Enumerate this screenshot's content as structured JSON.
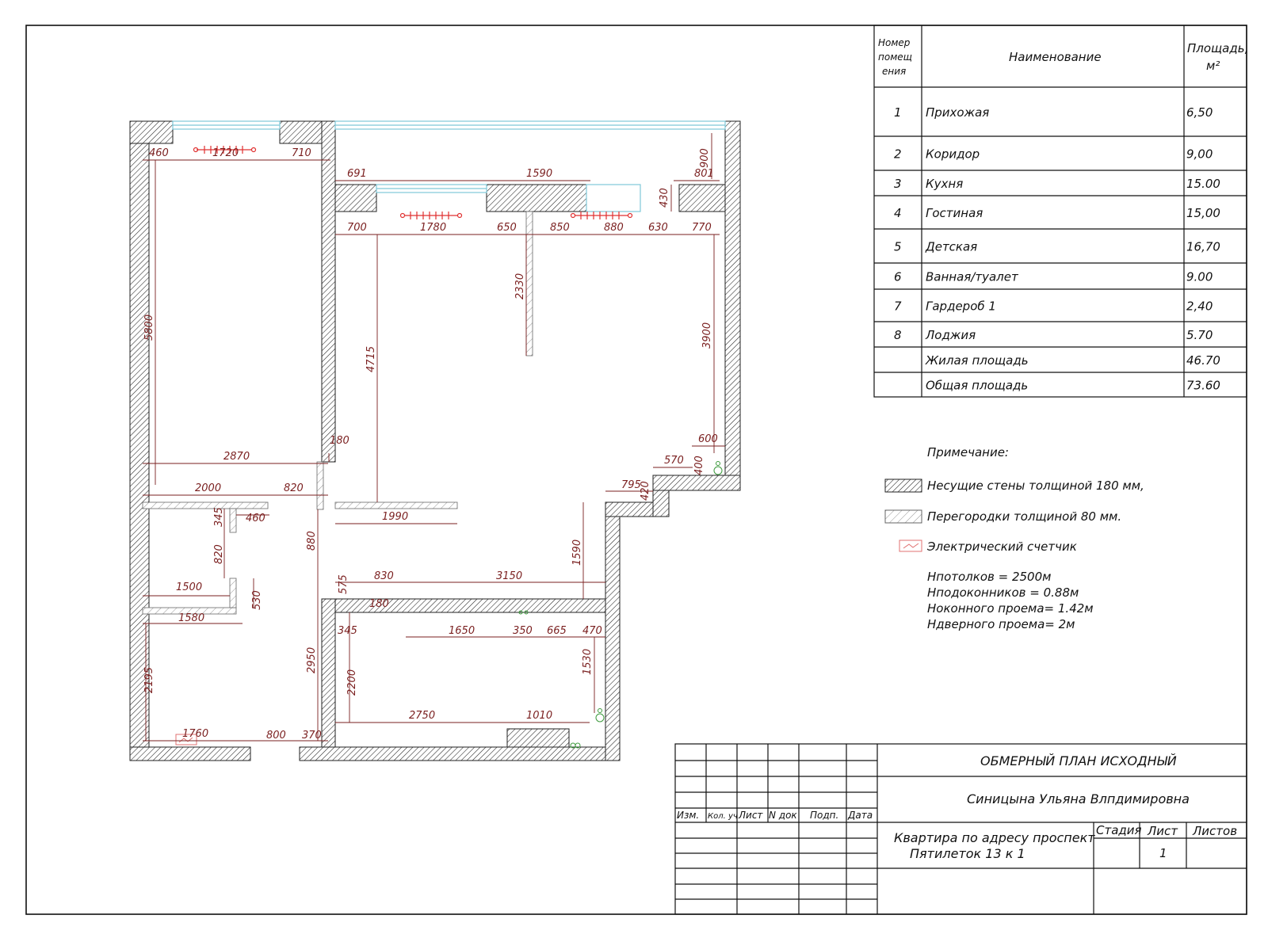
{
  "colors": {
    "ink": "#111111",
    "wall_stroke": "#222222",
    "dimension": "#7a1f1f",
    "window": "#7ec8d8",
    "radiator": "#e03030",
    "fixture": "#3c9a3c",
    "meter": "#e07070"
  },
  "rooms_table": {
    "headers": {
      "number": "Номер помещ ения",
      "name": "Наименование",
      "area": "Площадь, м²"
    },
    "rows": [
      {
        "num": "1",
        "name": "Прихожая",
        "area": "6,50"
      },
      {
        "num": "2",
        "name": "Коридор",
        "area": "9,00"
      },
      {
        "num": "3",
        "name": "Кухня",
        "area": "15.00"
      },
      {
        "num": "4",
        "name": "Гостиная",
        "area": "15,00"
      },
      {
        "num": "5",
        "name": "Детская",
        "area": "16,70"
      },
      {
        "num": "6",
        "name": "Ванная/туалет",
        "area": "9.00"
      },
      {
        "num": "7",
        "name": "Гардероб 1",
        "area": "2,40"
      },
      {
        "num": "8",
        "name": "Лоджия",
        "area": "5.70"
      },
      {
        "num": "",
        "name": "Жилая площадь",
        "area": "46.70"
      },
      {
        "num": "",
        "name": "Общая площадь",
        "area": "73.60"
      }
    ]
  },
  "notes": {
    "title": "Примечание:",
    "legend": [
      {
        "icon": "bearing-wall-hatch-icon",
        "text": "Несущие стены толщиной 180 мм,"
      },
      {
        "icon": "partition-hatch-icon",
        "text": "Перегородки толщиной 80 мм."
      },
      {
        "icon": "electric-meter-icon",
        "text": "Электрический счетчик"
      }
    ],
    "heights": [
      "Нпотолков = 2500м",
      "Нподоконников = 0.88м",
      "Ноконного проема= 1.42м",
      "Ндверного проема= 2м"
    ]
  },
  "title_block": {
    "drawing_title": "ОБМЕРНЫЙ ПЛАН ИСХОДНЫЙ",
    "author": "Синицына Ульяна Влпдимировна",
    "address_line1": "Квартира по адресу проспект",
    "address_line2": "Пятилеток 13 к 1",
    "columns": [
      "Изм.",
      "Кол. уч",
      "Лист",
      "N док",
      "Подп.",
      "Дата"
    ],
    "stage_label": "Стадия",
    "sheet_label": "Лист",
    "sheets_label": "Листов",
    "sheet_value": "1"
  },
  "dimensions": [
    "460",
    "1720",
    "710",
    "691",
    "1590",
    "801",
    "900",
    "430",
    "700",
    "1780",
    "650",
    "850",
    "880",
    "630",
    "770",
    "5800",
    "2330",
    "4715",
    "3900",
    "180",
    "2870",
    "600",
    "570",
    "400",
    "2000",
    "820",
    "420",
    "795",
    "345",
    "460",
    "1990",
    "880",
    "820",
    "1590",
    "1500",
    "530",
    "575",
    "830",
    "3150",
    "1580",
    "180",
    "345",
    "1650",
    "350",
    "665",
    "470",
    "2195",
    "2950",
    "2200",
    "1530",
    "2750",
    "1010",
    "1760",
    "800",
    "370"
  ]
}
